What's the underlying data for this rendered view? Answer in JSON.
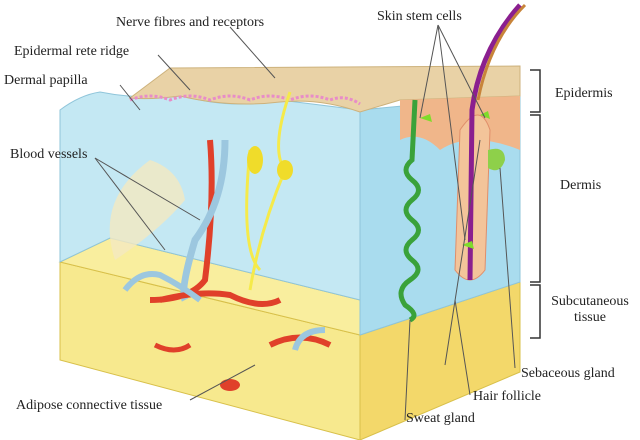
{
  "title": "Skin structure diagram",
  "labels": {
    "nerve": "Nerve fibres and receptors",
    "rete": "Epidermal rete ridge",
    "papilla": "Dermal papilla",
    "vessels": "Blood vessels",
    "stem": "Skin stem cells",
    "epidermis": "Epidermis",
    "dermis": "Dermis",
    "subcutaneous": "Subcutaneous tissue",
    "sebaceous": "Sebaceous gland",
    "follicle": "Hair follicle",
    "sweat": "Sweat gland",
    "adipose": "Adipose connective tissue"
  },
  "colors": {
    "dermis": "#c4e8f3",
    "epidermis": "#e9d2a6",
    "adipose": "#f7e98e",
    "vessel_red": "#e0402a",
    "vessel_blue": "#9cc7df",
    "sweat": "#3aa23a",
    "hair": "#8a1f8f"
  }
}
